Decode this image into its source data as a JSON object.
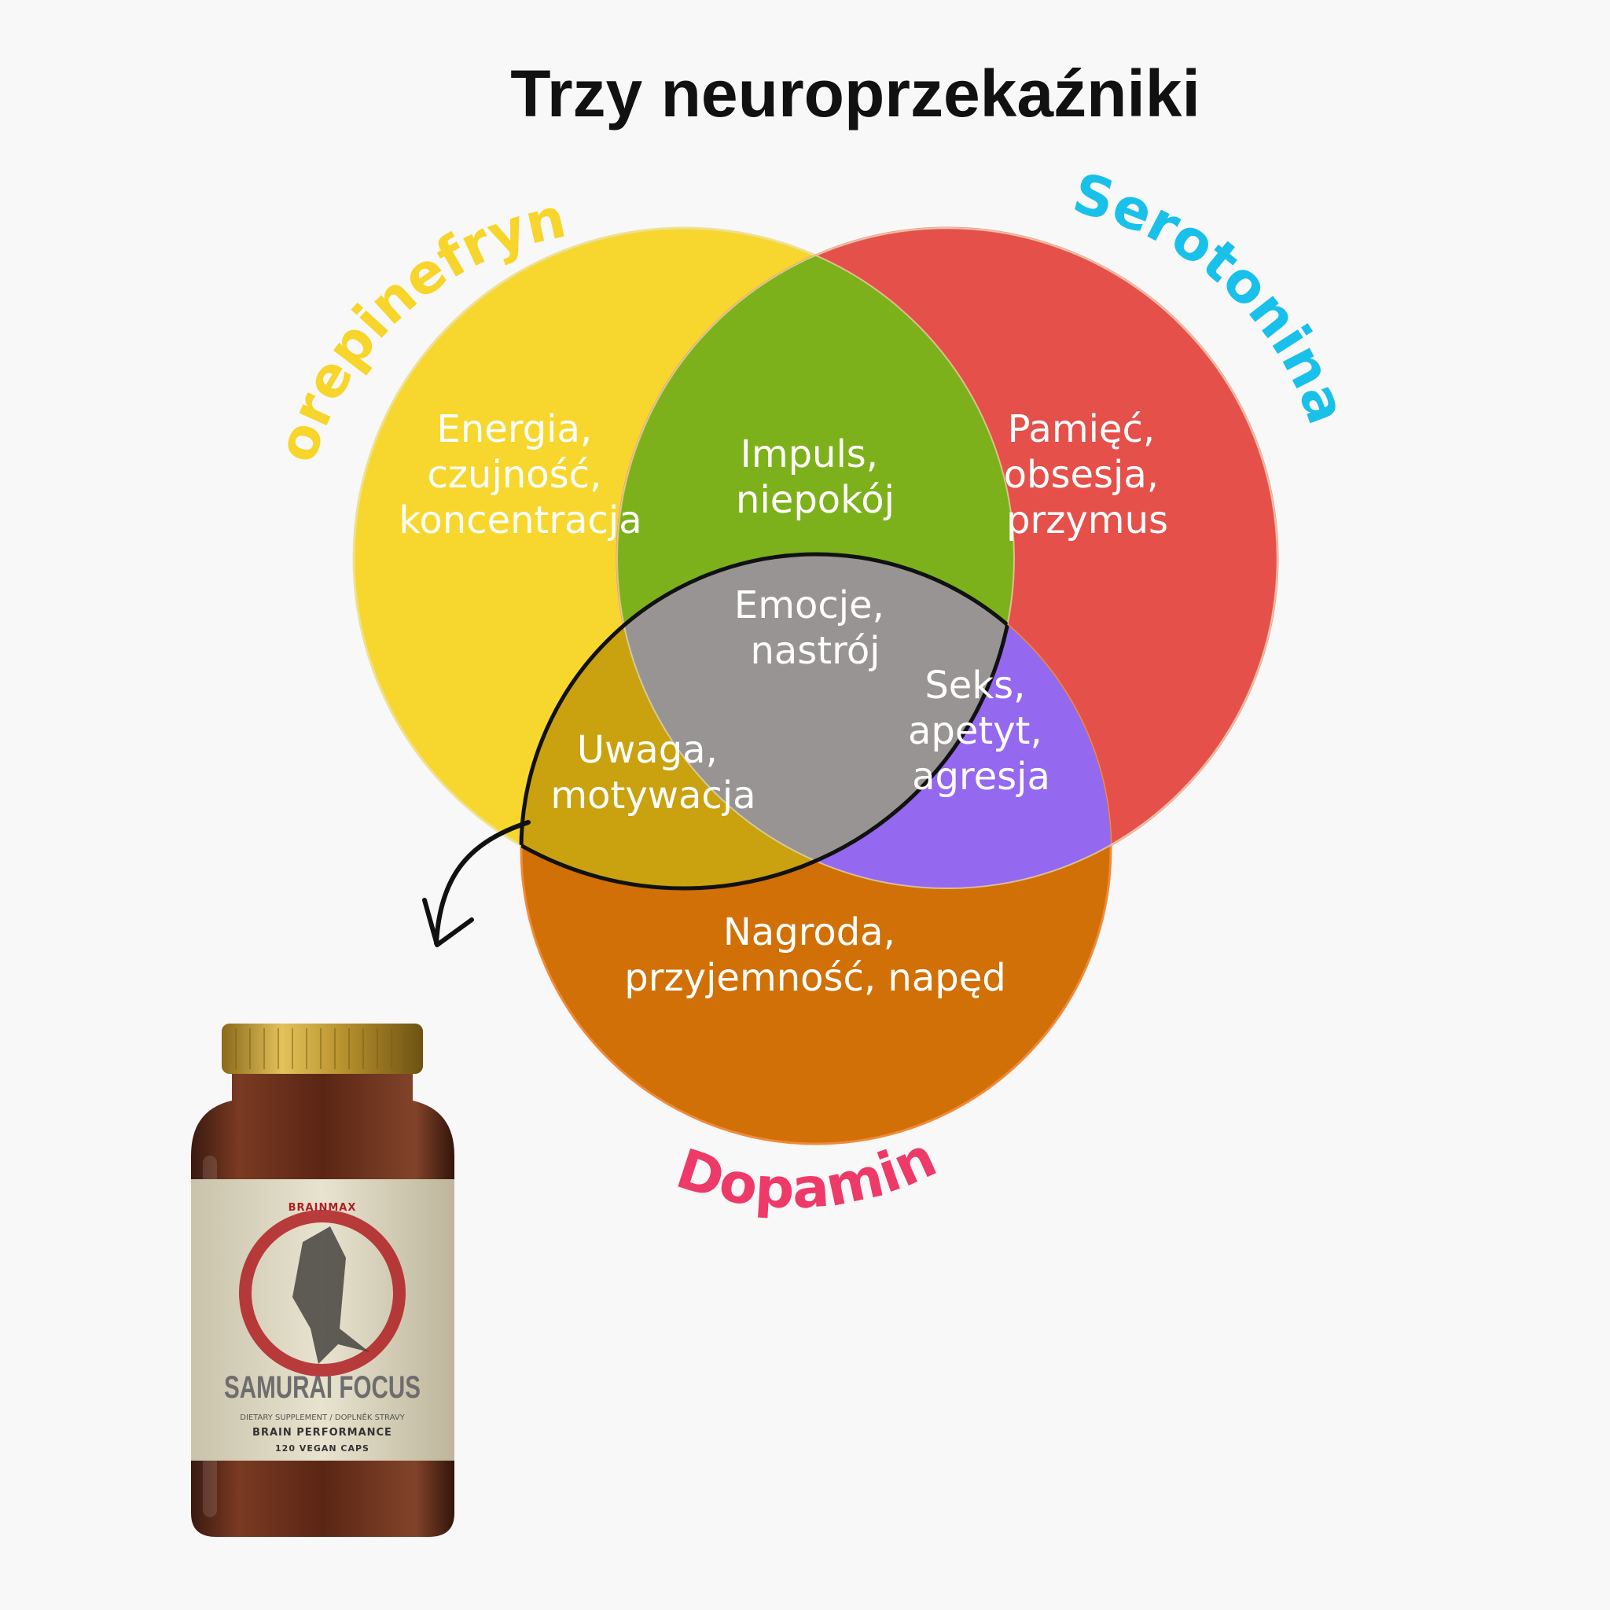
{
  "title": "Trzy neuroprzekaźniki",
  "sets": {
    "norepinephrine": {
      "label": "Norepinefryna",
      "color": "#f7d72e",
      "label_color": "#f7d52b"
    },
    "serotonin": {
      "label": "Serotonina",
      "color": "#e5504a",
      "label_color": "#19c1ea"
    },
    "dopamine": {
      "label": "Dopamina",
      "color": "#d07006",
      "label_color": "#ee3a68"
    }
  },
  "regions": {
    "norepinephrine_only": {
      "lines": [
        "Energia,",
        "czujność,",
        "koncentracja"
      ]
    },
    "serotonin_only": {
      "lines": [
        "Pamięć,",
        "obsesja,",
        "przymus"
      ]
    },
    "dopamine_only": {
      "lines": [
        "Nagroda,",
        "przyjemność, napęd"
      ]
    },
    "norepinephrine_serotonin": {
      "lines": [
        "Impuls,",
        "niepokój"
      ],
      "color": "#7db11b"
    },
    "serotonin_dopamine": {
      "lines": [
        "Seks,",
        "apetyt,",
        "agresja"
      ],
      "color": "#9468ef"
    },
    "norepinephrine_dopamine": {
      "lines": [
        "Uwaga,",
        "motywacja"
      ],
      "color": "#caa10e",
      "highlighted": true
    },
    "all_three": {
      "lines": [
        "Emocje,",
        "nastrój"
      ],
      "color": "#979493"
    }
  },
  "product": {
    "brand": "BRAINMAX",
    "name": "SAMURAI FOCUS",
    "subtitle": "DIETARY SUPPLEMENT / DOPLNĚK STRAVY",
    "category": "BRAIN PERFORMANCE",
    "count": "120 VEGAN CAPS"
  }
}
